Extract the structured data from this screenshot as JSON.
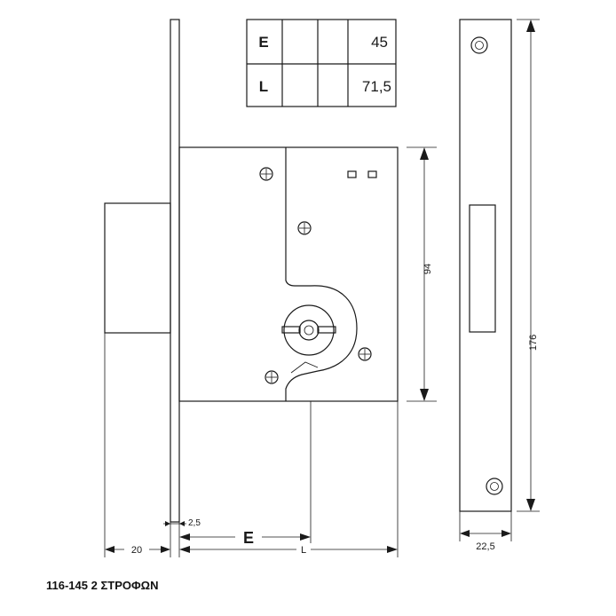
{
  "table": {
    "rows": [
      {
        "label": "E",
        "value": "45"
      },
      {
        "label": "L",
        "value": "71,5"
      }
    ]
  },
  "dimensions": {
    "height_94": "94",
    "height_176": "176",
    "offset_20": "20",
    "width_22_5": "22,5",
    "offset_2_5": "2,5",
    "label_e": "E",
    "label_l": "L"
  },
  "caption": "116-145 2 ΣΤΡΟΦΩΝ",
  "colors": {
    "line": "#1a1a1a",
    "background": "#ffffff"
  }
}
